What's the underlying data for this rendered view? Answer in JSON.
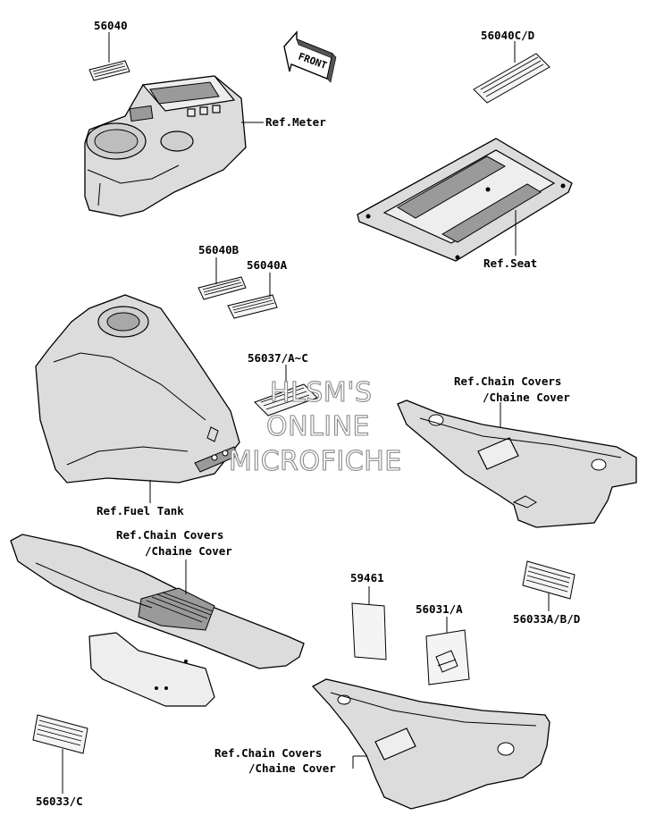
{
  "labels": {
    "p56040": "56040",
    "p56040cd": "56040C/D",
    "ref_meter": "Ref.Meter",
    "ref_seat": "Ref.Seat",
    "p56040b": "56040B",
    "p56040a": "56040A",
    "p56037": "56037/A~C",
    "ref_chain_1a": "Ref.Chain Covers",
    "ref_chain_1b": "/Chaine Cover",
    "ref_fuel_tank": "Ref.Fuel Tank",
    "ref_chain_2a": "Ref.Chain Covers",
    "ref_chain_2b": "/Chaine Cover",
    "p59461": "59461",
    "p56031": "56031/A",
    "p56033abd": "56033A/B/D",
    "ref_chain_3a": "Ref.Chain Covers",
    "ref_chain_3b": "/Chaine Cover",
    "p56033c": "56033/C"
  },
  "front_arrow": {
    "text": "FRONT"
  },
  "watermark": {
    "line1": "HLSM'S",
    "line2": "ONLINE",
    "line3": "MICROFICHE"
  }
}
